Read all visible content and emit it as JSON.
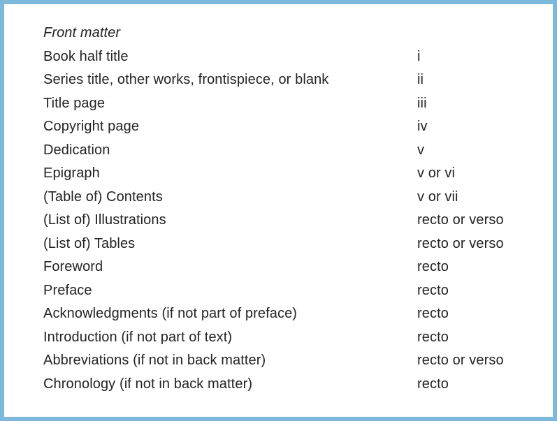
{
  "page": {
    "border_color": "#7db9dc",
    "background_color": "#ffffff",
    "text_color": "#232323"
  },
  "table": {
    "section_title": "Front matter",
    "rows": [
      {
        "item": "Book half title",
        "page": "i"
      },
      {
        "item": "Series title, other works, frontispiece, or blank",
        "page": "ii"
      },
      {
        "item": "Title page",
        "page": "iii"
      },
      {
        "item": "Copyright page",
        "page": "iv"
      },
      {
        "item": "Dedication",
        "page": "v"
      },
      {
        "item": "Epigraph",
        "page": "v or vi"
      },
      {
        "item": "(Table of) Contents",
        "page": "v or vii"
      },
      {
        "item": "(List of) Illustrations",
        "page": "recto or verso"
      },
      {
        "item": "(List of) Tables",
        "page": "recto or verso"
      },
      {
        "item": "Foreword",
        "page": "recto"
      },
      {
        "item": "Preface",
        "page": "recto"
      },
      {
        "item": "Acknowledgments (if not part of preface)",
        "page": "recto"
      },
      {
        "item": "Introduction (if not part of text)",
        "page": "recto"
      },
      {
        "item": "Abbreviations (if not in back matter)",
        "page": "recto or verso"
      },
      {
        "item": "Chronology (if not in back matter)",
        "page": "recto"
      }
    ]
  }
}
